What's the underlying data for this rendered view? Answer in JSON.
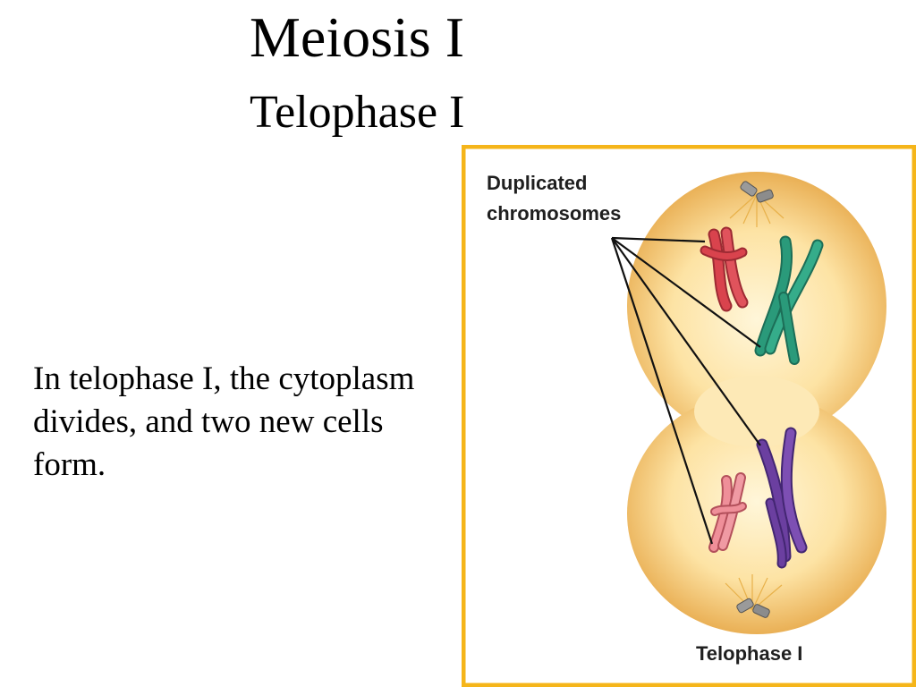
{
  "slide": {
    "title": "Meiosis I",
    "subtitle": "Telophase I",
    "body": "In telophase I, the cytoplasm divides, and two new cells form."
  },
  "figure": {
    "label_duplicated_line1": "Duplicated",
    "label_duplicated_line2": "chromosomes",
    "label_phase": "Telophase I",
    "colors": {
      "frame": "#f5b51a",
      "cell_center": "#fff3cf",
      "cell_edge": "#e3a33e",
      "chromosome_red": "#d9434d",
      "chromosome_green": "#2a9a7a",
      "chromosome_purple": "#6b3fa0",
      "chromosome_pink": "#e57b86",
      "leader_line": "#111111"
    }
  }
}
